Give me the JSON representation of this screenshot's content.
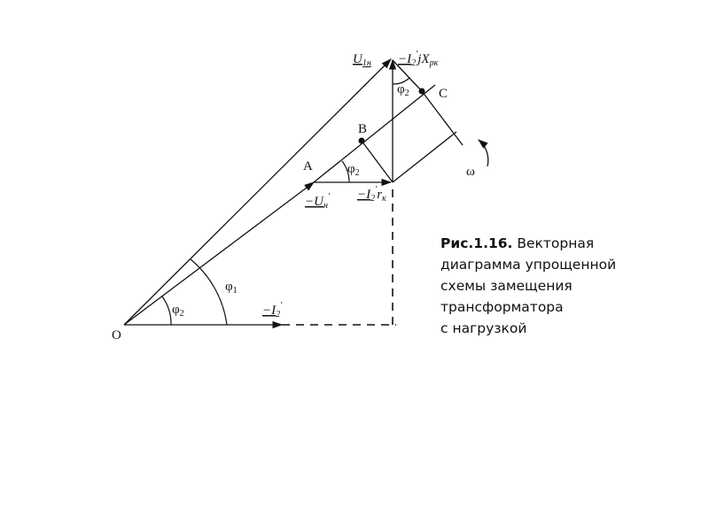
{
  "points": {
    "origin": "O",
    "a": "A",
    "b": "B",
    "c": "C"
  },
  "labels": {
    "u1n_main": "U",
    "u1n_sub": "1н",
    "i2jx_main": "−I",
    "i2jx_sub": "2",
    "i2jx_prime": "'",
    "i2jx_tail": "jX",
    "i2jx_tail_sub": "рк",
    "un_main": "−U",
    "un_sub": "н",
    "un_prime": "'",
    "i2r_main": "−I",
    "i2r_sub": "2",
    "i2r_prime": "'",
    "i2r_tail": "r",
    "i2r_tail_sub": "к",
    "i2_main": "−I",
    "i2_sub": "2",
    "i2_prime": "'",
    "phi2_origin": "φ",
    "phi2_origin_sub": "2",
    "phi1": "φ",
    "phi1_sub": "1",
    "phi2_a": "φ",
    "phi2_a_sub": "2",
    "phi2_top": "φ",
    "phi2_top_sub": "2",
    "omega": "ω"
  },
  "caption": {
    "title": "Рис.1.16.",
    "text_line1": "Векторная",
    "text_line2": "диаграмма упрощенной",
    "text_line3": "схемы замещения",
    "text_line4": "трансформатора",
    "text_line5": "с нагрузкой"
  },
  "colors": {
    "ink": "#111111",
    "background": "#ffffff"
  }
}
